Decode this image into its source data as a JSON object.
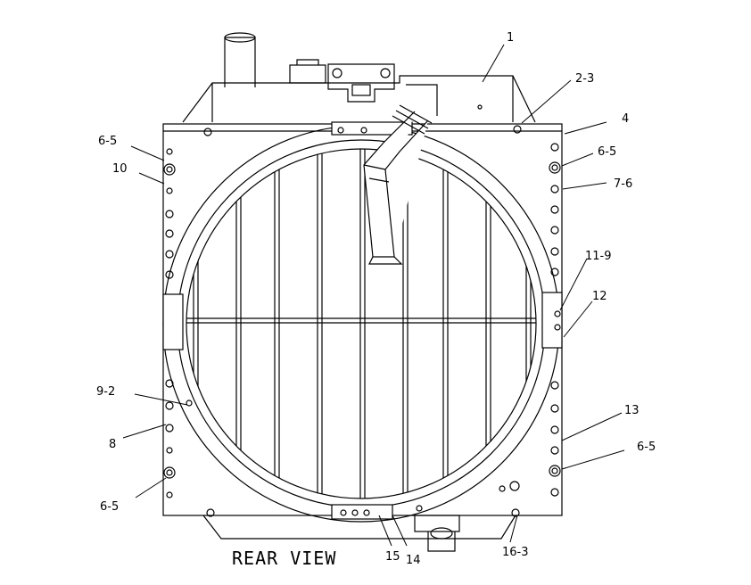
{
  "diagram": {
    "title": "REAR VIEW",
    "colors": {
      "line": "#000000",
      "background": "#ffffff"
    },
    "callouts": [
      {
        "id": "c1",
        "text": "1"
      },
      {
        "id": "c2",
        "text": "2-3"
      },
      {
        "id": "c3",
        "text": "4"
      },
      {
        "id": "c4",
        "text": "6-5"
      },
      {
        "id": "c5",
        "text": "7-6"
      },
      {
        "id": "c6",
        "text": "6-5"
      },
      {
        "id": "c7",
        "text": "10"
      },
      {
        "id": "c8",
        "text": "11-9"
      },
      {
        "id": "c9",
        "text": "12"
      },
      {
        "id": "c10",
        "text": "9-2"
      },
      {
        "id": "c11",
        "text": "8"
      },
      {
        "id": "c12",
        "text": "13"
      },
      {
        "id": "c13",
        "text": "6-5"
      },
      {
        "id": "c14",
        "text": "6-5"
      },
      {
        "id": "c15",
        "text": "15"
      },
      {
        "id": "c16",
        "text": "14"
      },
      {
        "id": "c17",
        "text": "16-3"
      }
    ]
  }
}
